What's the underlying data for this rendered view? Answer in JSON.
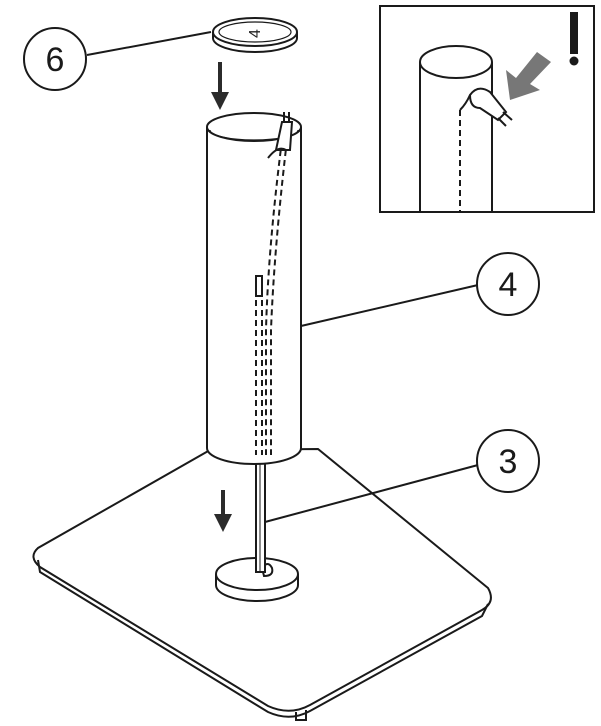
{
  "callouts": [
    {
      "id": "cap",
      "label": "6"
    },
    {
      "id": "column",
      "label": "4"
    },
    {
      "id": "rod",
      "label": "3"
    }
  ],
  "inset": {
    "warning_mark": "!"
  },
  "cap_marking": "4",
  "colors": {
    "line": "#1a1a1a",
    "arrow": "#2b2b2b",
    "inset_arrow": "#777777"
  },
  "icons": [
    "down-arrow-icon",
    "warning-icon",
    "pointer-arrow-icon"
  ]
}
